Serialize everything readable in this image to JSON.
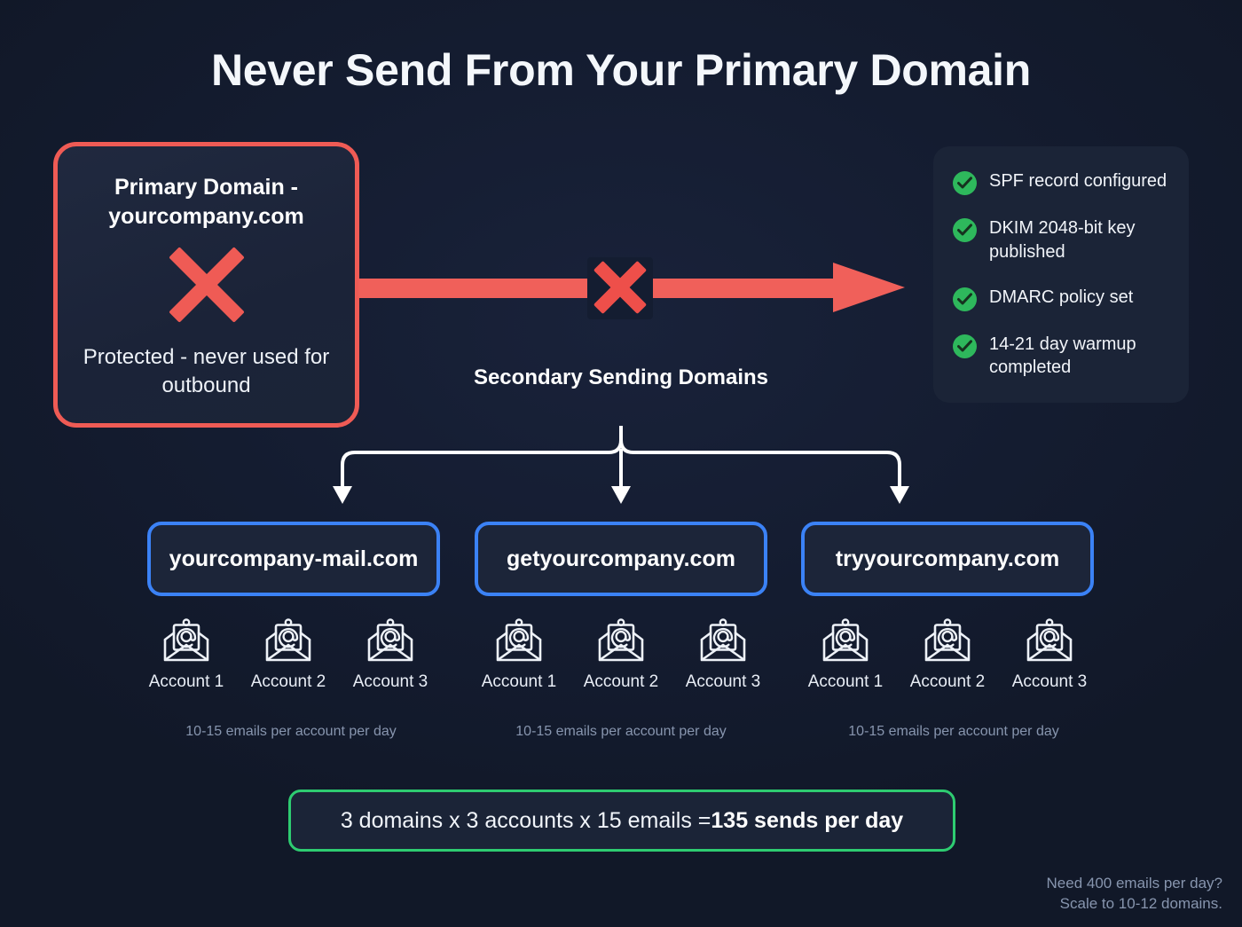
{
  "title": "Never Send From Your Primary Domain",
  "primary": {
    "title": "Primary Domain - yourcompany.com",
    "icon": "big-x-icon",
    "subtitle": "Protected - never used for outbound"
  },
  "blocked_arrow": {
    "icon": "blocked-arrow-icon"
  },
  "checklist": {
    "items": [
      {
        "label": "SPF record configured",
        "icon": "check-circle-icon"
      },
      {
        "label": "DKIM 2048-bit key published",
        "icon": "check-circle-icon"
      },
      {
        "label": "DMARC policy set",
        "icon": "check-circle-icon"
      },
      {
        "label": "14-21 day warmup completed",
        "icon": "check-circle-icon"
      }
    ]
  },
  "secondary": {
    "label": "Secondary Sending Domains",
    "domains": [
      {
        "name": "yourcompany-mail.com",
        "accounts": [
          "Account 1",
          "Account 2",
          "Account 3"
        ],
        "rate": "10-15 emails per account per day"
      },
      {
        "name": "getyourcompany.com",
        "accounts": [
          "Account 1",
          "Account 2",
          "Account 3"
        ],
        "rate": "10-15 emails per account per day"
      },
      {
        "name": "tryyourcompany.com",
        "accounts": [
          "Account 1",
          "Account 2",
          "Account 3"
        ],
        "rate": "10-15 emails per account per day"
      }
    ]
  },
  "total": {
    "formula": "3 domains x 3 accounts x 15 emails = ",
    "result": "135 sends per day"
  },
  "footer": {
    "line1": "Need 400 emails per day?",
    "line2": "Scale to 10-12 domains."
  },
  "colors": {
    "background": "#141d31",
    "danger": "#ef5b55",
    "accent_blue": "#3b82f6",
    "success_green": "#2ecc71",
    "check_green": "#2eb85c",
    "panel": "#1b2437",
    "muted_text": "#8795ae"
  }
}
